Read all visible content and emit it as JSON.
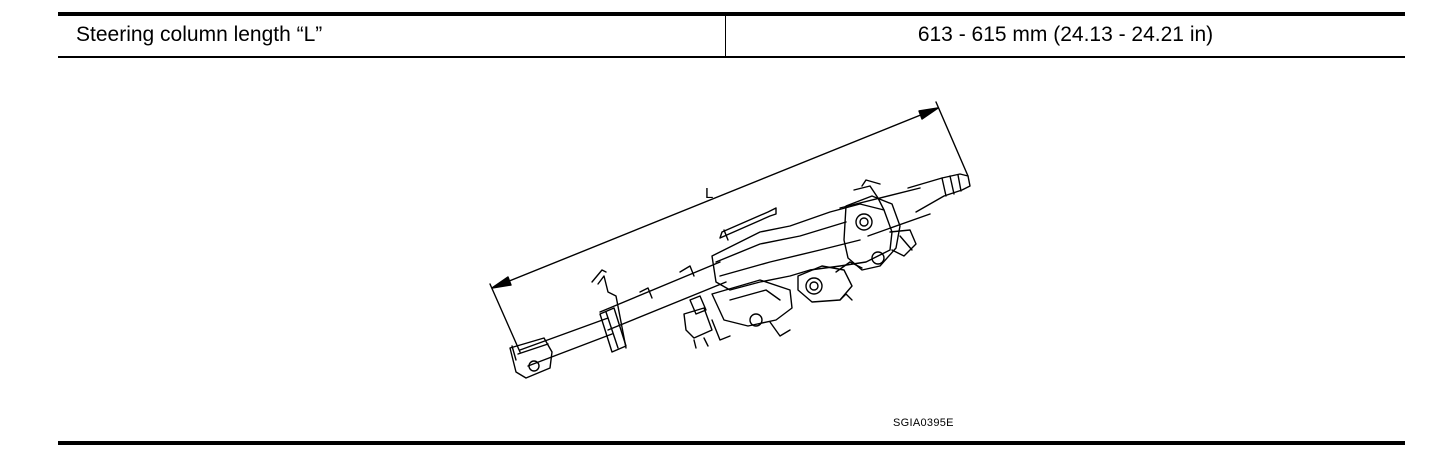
{
  "table": {
    "label": "Steering column length “L”",
    "value": "613 - 615 mm (24.13 - 24.21 in)"
  },
  "figure": {
    "dimension_label": "L",
    "figure_id": "SGIA0395E"
  }
}
